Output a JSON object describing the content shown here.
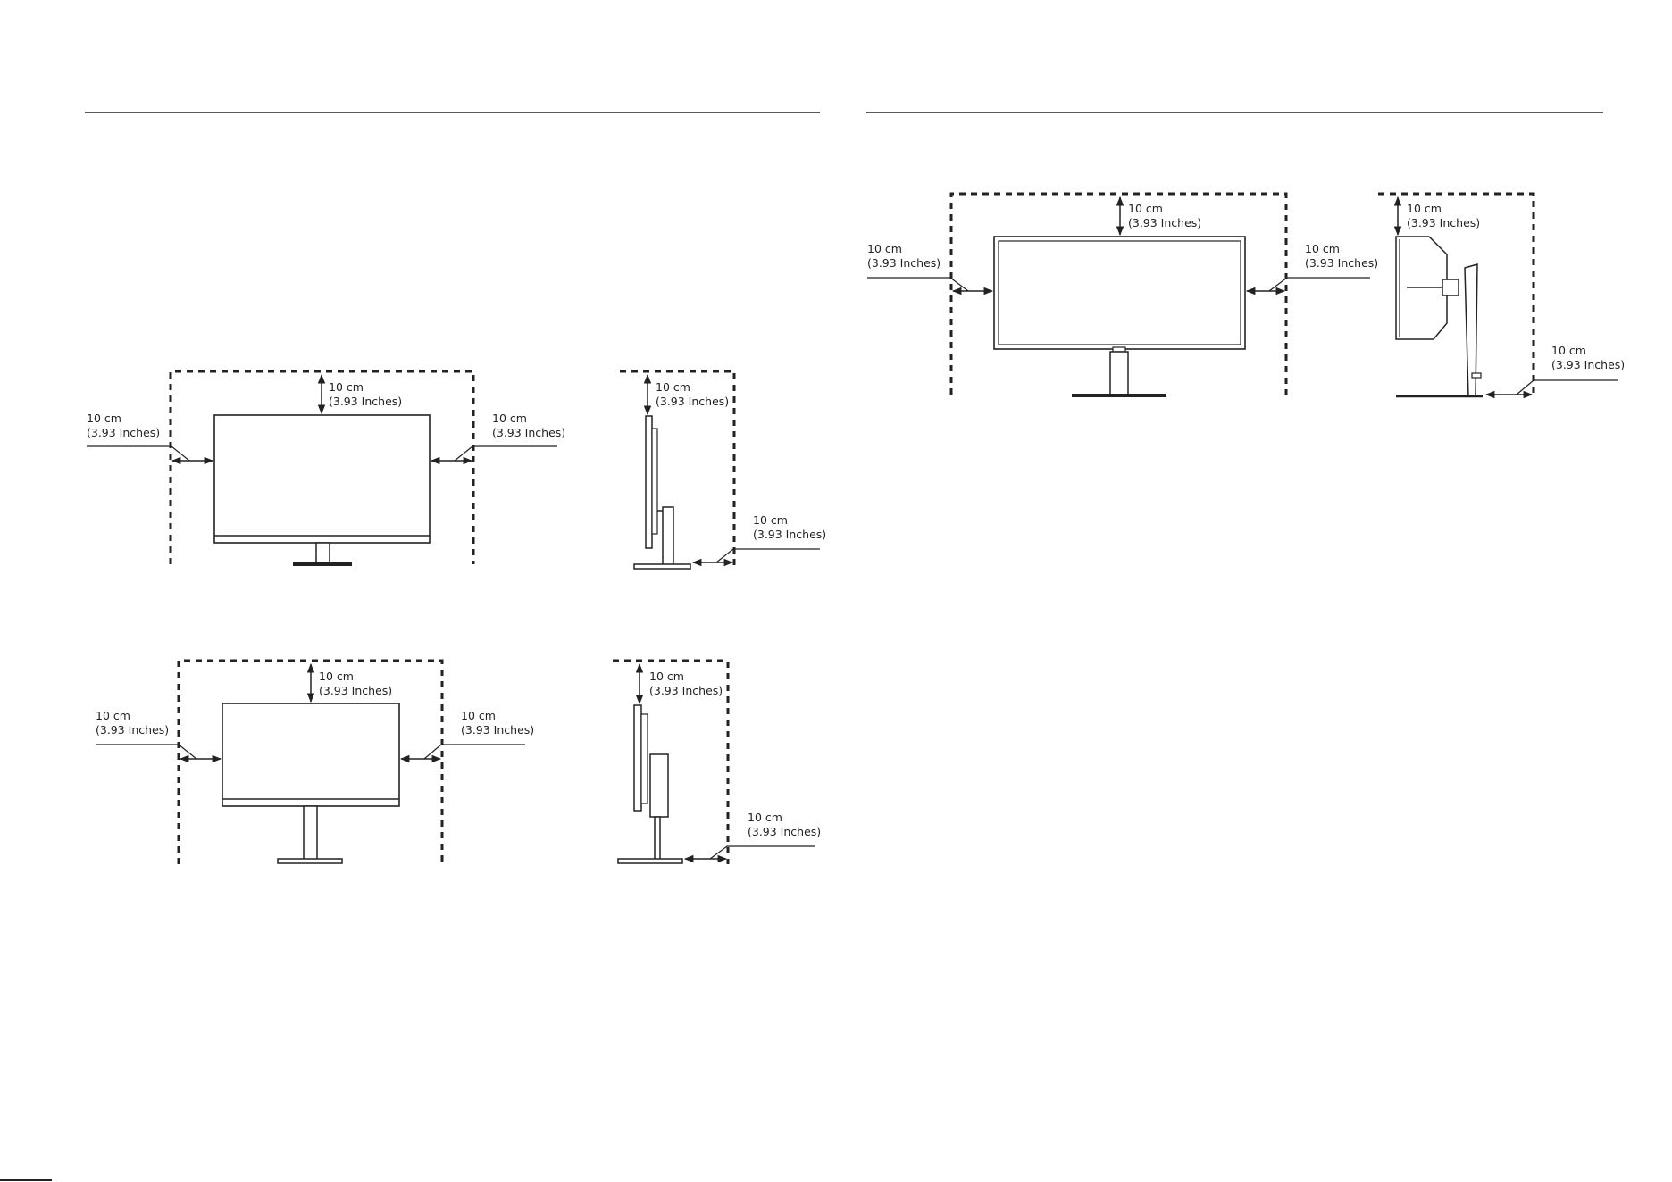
{
  "diagrams": [
    {
      "id": "left-top",
      "top_label": [
        "10 cm",
        "(3.93 Inches)"
      ],
      "left_label": [
        "10 cm",
        "(3.93 Inches)"
      ],
      "right_label": [
        "10 cm",
        "(3.93 Inches)"
      ],
      "side_top_label": [
        "10 cm",
        "(3.93 Inches)"
      ],
      "side_rear_label": [
        "10 cm",
        "(3.93 Inches)"
      ]
    },
    {
      "id": "left-bottom",
      "top_label": [
        "10 cm",
        "(3.93 Inches)"
      ],
      "left_label": [
        "10 cm",
        "(3.93 Inches)"
      ],
      "right_label": [
        "10 cm",
        "(3.93 Inches)"
      ],
      "side_top_label": [
        "10 cm",
        "(3.93 Inches)"
      ],
      "side_rear_label": [
        "10 cm",
        "(3.93 Inches)"
      ]
    },
    {
      "id": "right-top",
      "top_label": [
        "10 cm",
        "(3.93 Inches)"
      ],
      "left_label": [
        "10 cm",
        "(3.93 Inches)"
      ],
      "right_label": [
        "10 cm",
        "(3.93 Inches)"
      ],
      "side_top_label": [
        "10 cm",
        "(3.93 Inches)"
      ],
      "side_rear_label": [
        "10 cm",
        "(3.93 Inches)"
      ]
    }
  ],
  "colors": {
    "line": "#222222",
    "background": "#ffffff"
  }
}
